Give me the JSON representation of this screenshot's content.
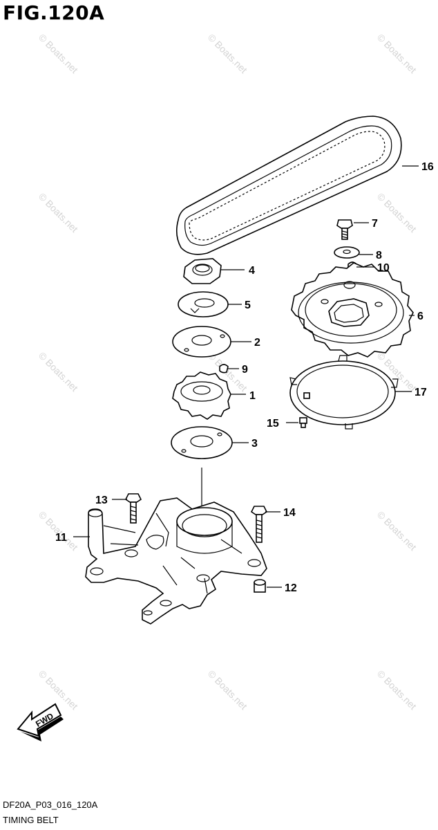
{
  "figure": {
    "title": "FIG.120A"
  },
  "footer": {
    "code": "DF20A_P03_016_120A",
    "name": "TIMING BELT"
  },
  "watermark": {
    "text": "© Boats.net"
  },
  "fwd_label": "FWD",
  "callouts": [
    "1",
    "2",
    "3",
    "4",
    "5",
    "6",
    "7",
    "8",
    "9",
    "10",
    "11",
    "12",
    "13",
    "14",
    "15",
    "16",
    "17"
  ]
}
